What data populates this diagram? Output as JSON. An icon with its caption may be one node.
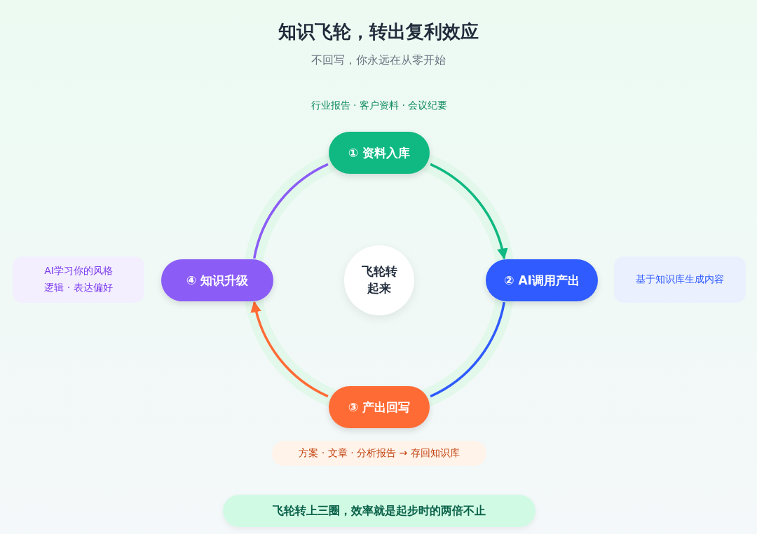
{
  "diagram": {
    "title": "知识飞轮，转出复利效应",
    "caption": "不回写，你永远在从零开始",
    "nodes": [
      {
        "text": [
          "① 资料入库"
        ],
        "beside": [
          "行业报告 · 客户资料 · 会议纪要"
        ]
      },
      {
        "text": [
          "② AI调用产出"
        ]
      },
      {
        "text": [
          "③ 产出回写"
        ]
      },
      {
        "text": [
          "④ 知识升级"
        ]
      },
      {
        "text": [
          "飞轮转起来"
        ]
      },
      {
        "text": [
          "AI学习你的风格逻辑 · 表达偏好"
        ]
      },
      {
        "text": [
          "基于知识库生成内容"
        ]
      },
      {
        "text": [
          "方案 · 文章 · 分析报告 → 存回知识库"
        ]
      },
      {
        "text": [
          "飞轮转上三圈，效率就是起步时的两倍不止"
        ]
      }
    ],
    "edges": [
      {
        "from": 0,
        "to": 1,
        "arrow": "to",
        "color": "#10b981"
      },
      {
        "from": 1,
        "to": 2,
        "arrow": "none",
        "color": "#2f5bff"
      },
      {
        "from": 2,
        "to": 3,
        "arrow": "to",
        "color": "#ff6b35"
      },
      {
        "from": 3,
        "to": 0,
        "arrow": "none",
        "color": "#8b5cf6"
      }
    ]
  }
}
